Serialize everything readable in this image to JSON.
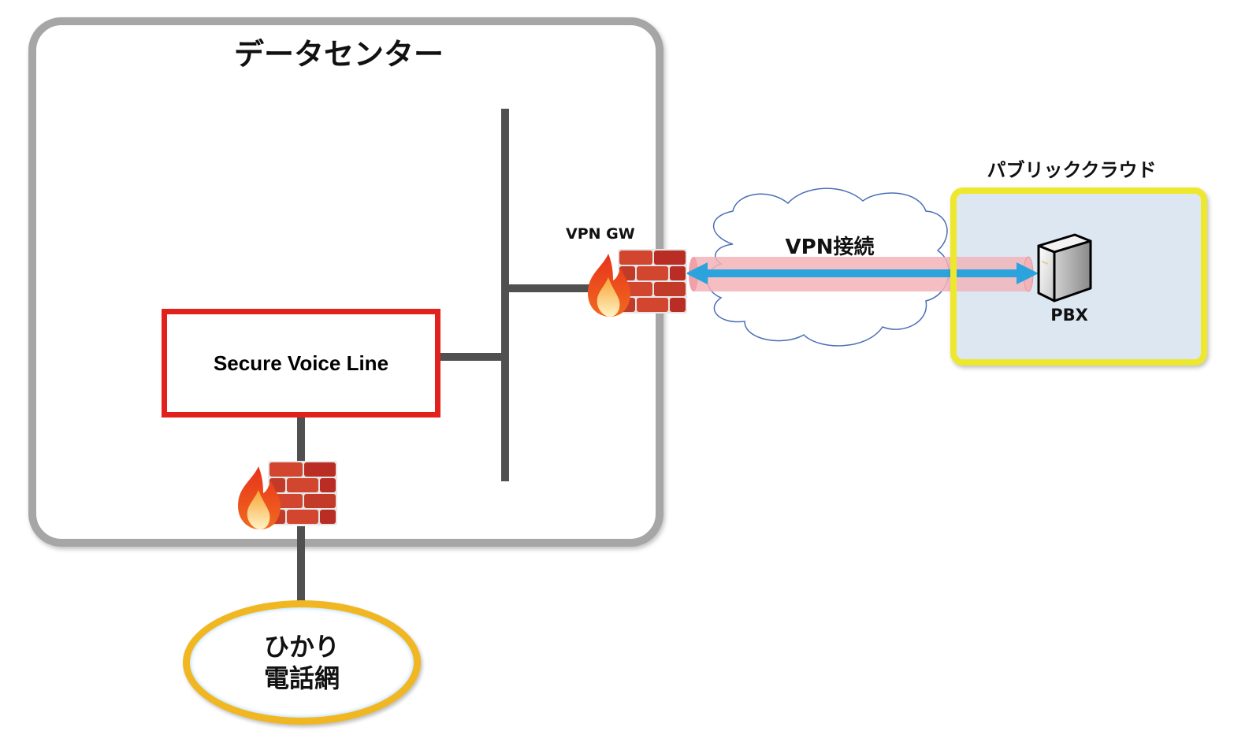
{
  "datacenter": {
    "title": "データセンター"
  },
  "secure_voice_line": {
    "label": "Secure Voice Line"
  },
  "vpn_gateway": {
    "label": "VPN GW"
  },
  "vpn_connection": {
    "label": "VPN接続"
  },
  "public_cloud": {
    "title": "パブリッククラウド"
  },
  "pbx": {
    "label": "PBX"
  },
  "phone_network": {
    "line1": "ひかり",
    "line2": "電話網"
  },
  "colors": {
    "datacenter_border": "#a6a6a6",
    "svl_border": "#e3211c",
    "cloud_box_border": "#ede82e",
    "cloud_box_fill": "#dde7f2",
    "network_ellipse": "#f0b722",
    "vpn_arrow": "#2ba3dc",
    "vpn_tunnel": "#f3b3b8",
    "bus_line": "#505050"
  }
}
